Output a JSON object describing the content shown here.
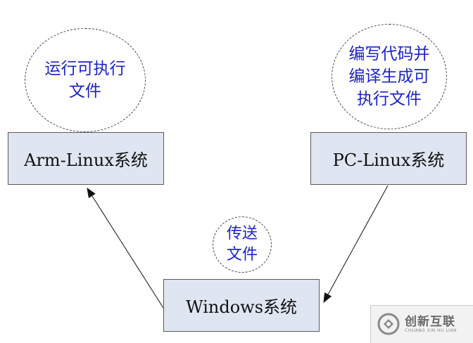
{
  "diagram": {
    "nodes": {
      "arm": {
        "label": "Arm-Linux系统"
      },
      "pc": {
        "label": "PC-Linux系统"
      },
      "windows": {
        "label": "Windows系统"
      }
    },
    "bubbles": {
      "run": {
        "lines": [
          "运行可执行",
          "文件"
        ]
      },
      "compile": {
        "lines": [
          "编写代码并",
          "编译生成可",
          "执行文件"
        ]
      },
      "transfer": {
        "lines": [
          "传送",
          "文件"
        ]
      }
    },
    "edges": [
      {
        "from": "pc",
        "to": "windows"
      },
      {
        "from": "windows",
        "to": "arm"
      }
    ]
  },
  "watermark": {
    "name": "创新互联",
    "sub": "CHUANG XIN HU LIAN"
  }
}
